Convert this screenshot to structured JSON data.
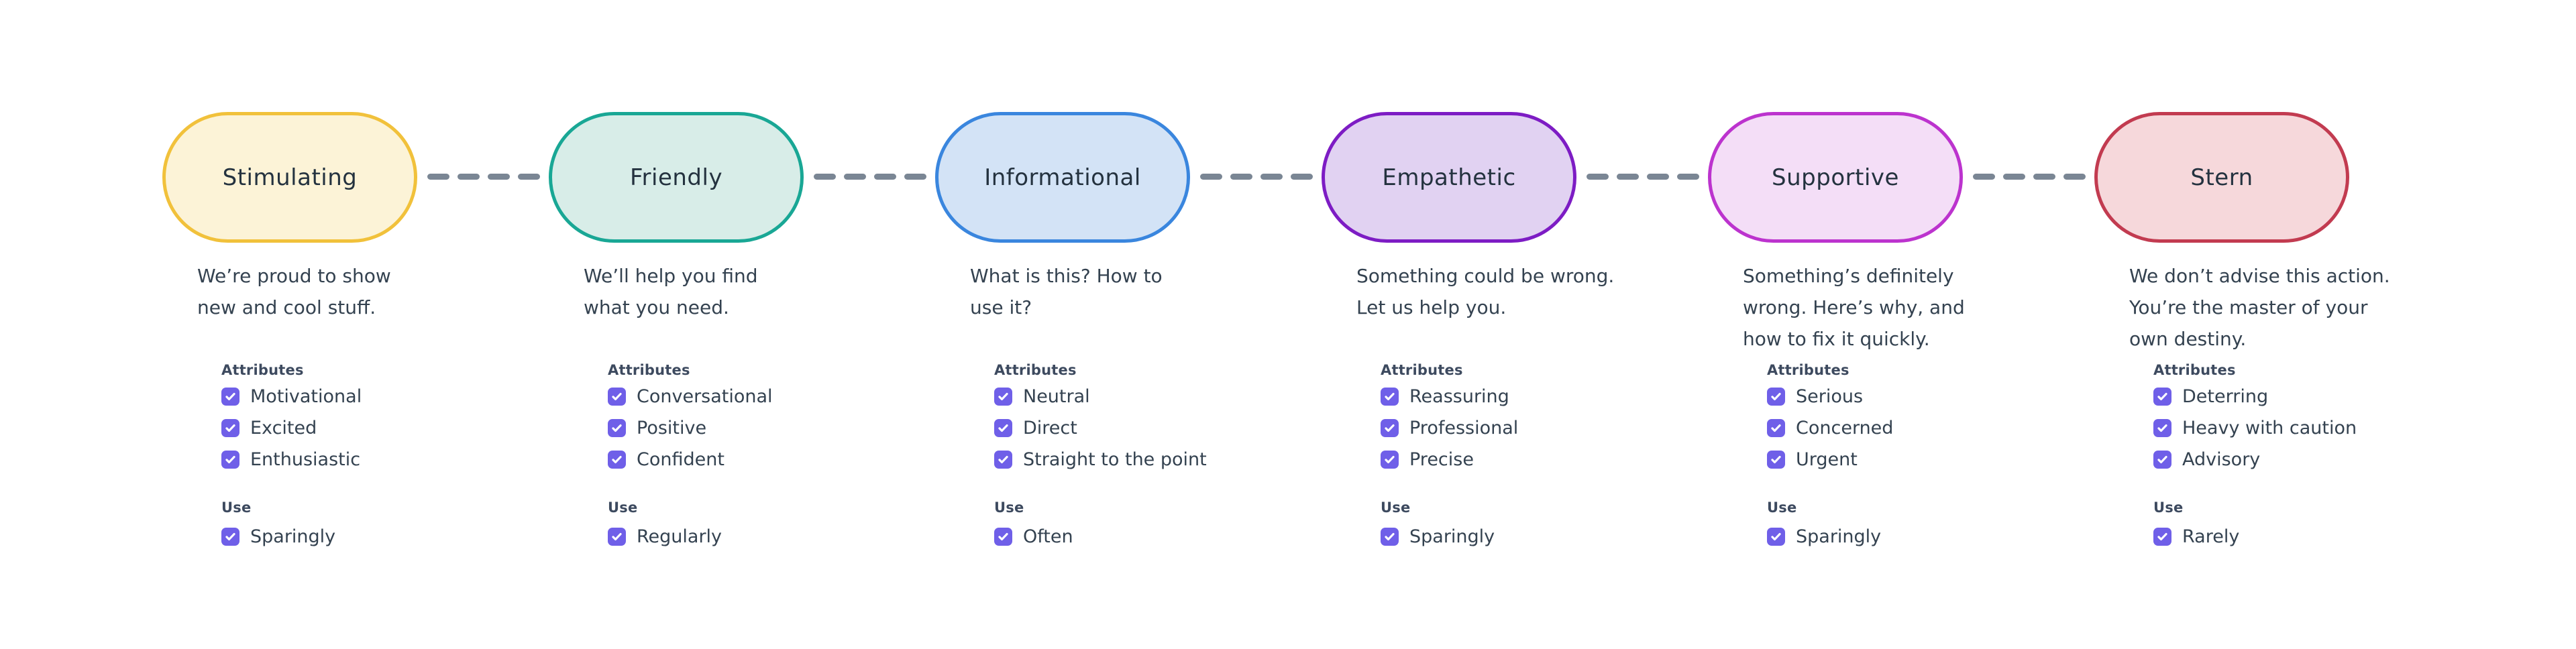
{
  "page": {
    "background": "#FFFFFF"
  },
  "palette": {
    "checkbox": "#6F5FE8",
    "connector_dash": "#7A8694",
    "title_text": "#24323F",
    "body_text": "#344250",
    "heading_text": "#3D4A5F"
  },
  "connector": {
    "dash_count_between_pills": 4
  },
  "columns": [
    {
      "title": "Stimulating",
      "pill_style": "background:#FCF3D7;border-color:#F1C13B",
      "description": "We’re proud to show\nnew and cool stuff.",
      "attributes_heading": "Attributes",
      "attributes": [
        {
          "label": "Motivational",
          "checked": true
        },
        {
          "label": "Excited",
          "checked": true
        },
        {
          "label": "Enthusiastic",
          "checked": true
        }
      ],
      "use_heading": "Use",
      "use": [
        {
          "label": "Sparingly",
          "checked": true
        }
      ]
    },
    {
      "title": "Friendly",
      "pill_style": "background:#D8EDE8;border-color:#19A795",
      "description": "We’ll help you find\nwhat you need.",
      "attributes_heading": "Attributes",
      "attributes": [
        {
          "label": "Conversational",
          "checked": true
        },
        {
          "label": "Positive",
          "checked": true
        },
        {
          "label": "Confident",
          "checked": true
        }
      ],
      "use_heading": "Use",
      "use": [
        {
          "label": "Regularly",
          "checked": true
        }
      ]
    },
    {
      "title": "Informational",
      "pill_style": "background:#D3E3F6;border-color:#3A86DE",
      "description": "What is this? How to\nuse it?",
      "attributes_heading": "Attributes",
      "attributes": [
        {
          "label": "Neutral",
          "checked": true
        },
        {
          "label": "Direct",
          "checked": true
        },
        {
          "label": "Straight to the point",
          "checked": true
        }
      ],
      "use_heading": "Use",
      "use": [
        {
          "label": "Often",
          "checked": true
        }
      ]
    },
    {
      "title": "Empathetic",
      "pill_style": "background:#E1D2F2;border-color:#7D1CC4",
      "description": "Something could be wrong.\nLet us help you.",
      "attributes_heading": "Attributes",
      "attributes": [
        {
          "label": "Reassuring",
          "checked": true
        },
        {
          "label": "Professional",
          "checked": true
        },
        {
          "label": "Precise",
          "checked": true
        }
      ],
      "use_heading": "Use",
      "use": [
        {
          "label": "Sparingly",
          "checked": true
        }
      ]
    },
    {
      "title": "Supportive",
      "pill_style": "background:#F4DEF7;border-color:#BC33CE",
      "description": "Something’s definitely\nwrong. Here’s why, and\nhow to fix it quickly.",
      "attributes_heading": "Attributes",
      "attributes": [
        {
          "label": "Serious",
          "checked": true
        },
        {
          "label": "Concerned",
          "checked": true
        },
        {
          "label": "Urgent",
          "checked": true
        }
      ],
      "use_heading": "Use",
      "use": [
        {
          "label": "Sparingly",
          "checked": true
        }
      ]
    },
    {
      "title": "Stern",
      "pill_style": "background:#F6D8DB;border-color:#C23B50",
      "description": "We don’t advise this action.\nYou’re the master of your\nown destiny.",
      "attributes_heading": "Attributes",
      "attributes": [
        {
          "label": "Deterring",
          "checked": true
        },
        {
          "label": "Heavy with caution",
          "checked": true
        },
        {
          "label": "Advisory",
          "checked": true
        }
      ],
      "use_heading": "Use",
      "use": [
        {
          "label": "Rarely",
          "checked": true
        }
      ]
    }
  ]
}
